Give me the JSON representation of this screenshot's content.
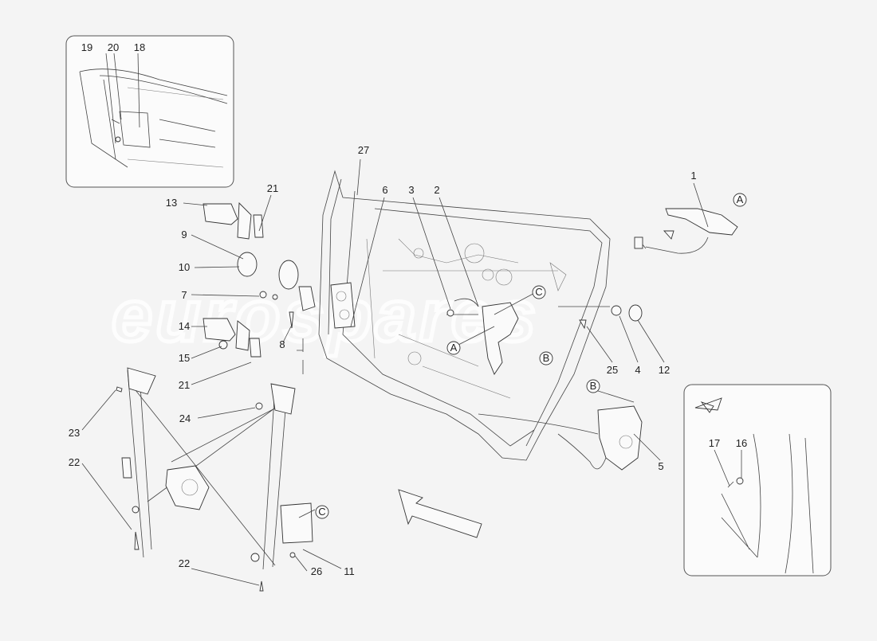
{
  "watermark": "eurospares",
  "part_numbers": [
    "1",
    "2",
    "3",
    "4",
    "5",
    "6",
    "7",
    "8",
    "9",
    "10",
    "11",
    "12",
    "13",
    "14",
    "15",
    "16",
    "17",
    "18",
    "19",
    "20",
    "21",
    "21",
    "22",
    "22",
    "23",
    "24",
    "25",
    "26",
    "27"
  ],
  "connector_markers": [
    "A",
    "A",
    "B",
    "B",
    "C",
    "C"
  ]
}
